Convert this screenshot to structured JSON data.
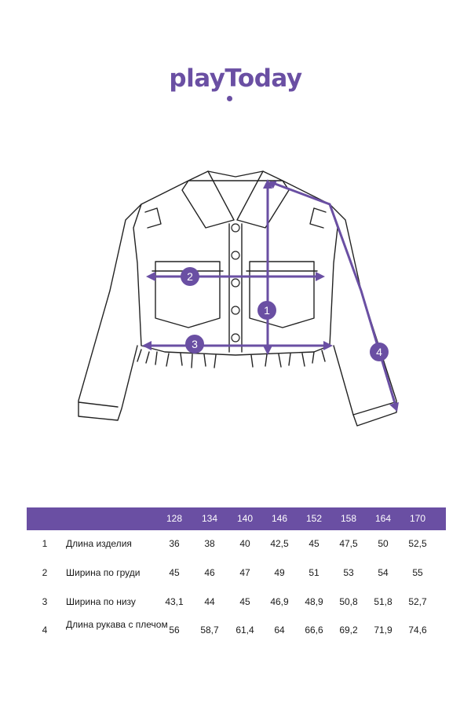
{
  "brand": {
    "logo_text": "playToday",
    "color": "#6a4fa3"
  },
  "markers": [
    "1",
    "2",
    "3",
    "4"
  ],
  "table": {
    "sizes": [
      "128",
      "134",
      "140",
      "146",
      "152",
      "158",
      "164",
      "170"
    ],
    "rows": [
      {
        "num": "1",
        "label": "Длина изделия",
        "values": [
          "36",
          "38",
          "40",
          "42,5",
          "45",
          "47,5",
          "50",
          "52,5"
        ]
      },
      {
        "num": "2",
        "label": "Ширина по груди",
        "values": [
          "45",
          "46",
          "47",
          "49",
          "51",
          "53",
          "54",
          "55"
        ]
      },
      {
        "num": "3",
        "label": "Ширина по низу",
        "values": [
          "43,1",
          "44",
          "45",
          "46,9",
          "48,9",
          "50,8",
          "51,8",
          "52,7"
        ]
      },
      {
        "num": "4",
        "label": "Длина рукава с плечом",
        "values": [
          "56",
          "58,7",
          "61,4",
          "64",
          "66,6",
          "69,2",
          "71,9",
          "74,6"
        ]
      }
    ]
  }
}
